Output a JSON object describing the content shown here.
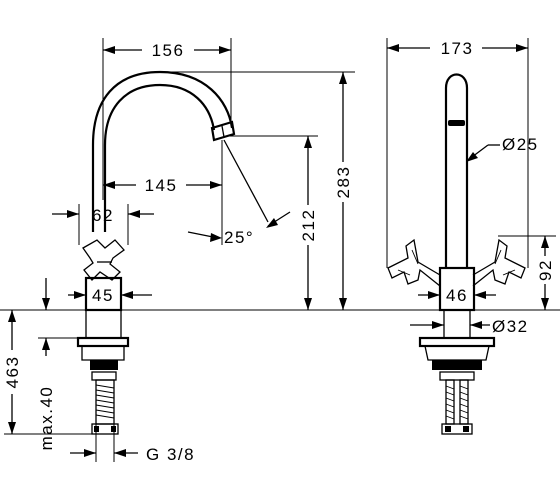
{
  "dimensions": {
    "spout_reach_top": "156",
    "overall_width": "173",
    "spout_reach": "145",
    "handle_spacing": "62",
    "spout_angle": "25°",
    "spout_height": "212",
    "total_height": "283",
    "body_width": "45",
    "hub_width": "46",
    "pipe_diameter": "Ø25",
    "base_diameter": "Ø32",
    "handle_height": "92",
    "under_counter_length": "463",
    "max_counter_thickness": "max.40",
    "thread_size": "G 3/8"
  }
}
